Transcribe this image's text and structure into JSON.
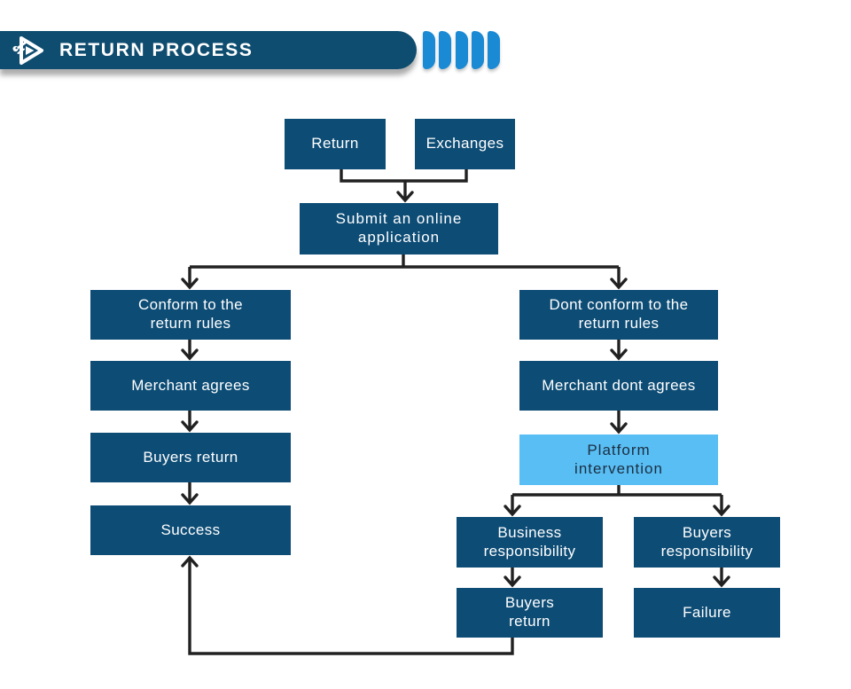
{
  "header": {
    "title": "RETURN PROCESS",
    "logo_icon": "wrench-play-logo-icon",
    "bar_color": "#0F4D70",
    "chevron_color": "#1B8AD4",
    "chevron_count": 5
  },
  "flowchart": {
    "colors": {
      "node_fill": "#0D4C75",
      "node_text": "#FFFFFF",
      "highlight_fill": "#58BEF4",
      "highlight_text": "#1C2E41",
      "connector": "#212121"
    },
    "nodes": {
      "return": {
        "label": "Return"
      },
      "exchanges": {
        "label": "Exchanges"
      },
      "submit": {
        "lines": [
          "Submit an online",
          "application"
        ]
      },
      "conform": {
        "lines": [
          "Conform to the",
          "return rules"
        ]
      },
      "merchant_agrees": {
        "label": "Merchant agrees"
      },
      "buyers_return_left": {
        "label": "Buyers return"
      },
      "success": {
        "label": "Success"
      },
      "dont_conform": {
        "lines": [
          "Dont conform to the",
          "return rules"
        ]
      },
      "merchant_dont_agrees": {
        "label": "Merchant dont agrees"
      },
      "platform_intervention": {
        "lines": [
          "Platform",
          "intervention"
        ]
      },
      "business_responsibility": {
        "lines": [
          "Business",
          "responsibility"
        ]
      },
      "buyers_responsibility": {
        "lines": [
          "Buyers",
          "responsibility"
        ]
      },
      "buyers_return_right": {
        "lines": [
          "Buyers",
          "return"
        ]
      },
      "failure": {
        "label": "Failure"
      }
    },
    "edges": [
      {
        "from": "return",
        "to": "submit"
      },
      {
        "from": "exchanges",
        "to": "submit"
      },
      {
        "from": "submit",
        "to": "conform"
      },
      {
        "from": "submit",
        "to": "dont_conform"
      },
      {
        "from": "conform",
        "to": "merchant_agrees"
      },
      {
        "from": "merchant_agrees",
        "to": "buyers_return_left"
      },
      {
        "from": "buyers_return_left",
        "to": "success"
      },
      {
        "from": "dont_conform",
        "to": "merchant_dont_agrees"
      },
      {
        "from": "merchant_dont_agrees",
        "to": "platform_intervention"
      },
      {
        "from": "platform_intervention",
        "to": "business_responsibility"
      },
      {
        "from": "platform_intervention",
        "to": "buyers_responsibility"
      },
      {
        "from": "business_responsibility",
        "to": "buyers_return_right"
      },
      {
        "from": "buyers_responsibility",
        "to": "failure"
      },
      {
        "from": "buyers_return_right",
        "to": "success"
      }
    ]
  }
}
